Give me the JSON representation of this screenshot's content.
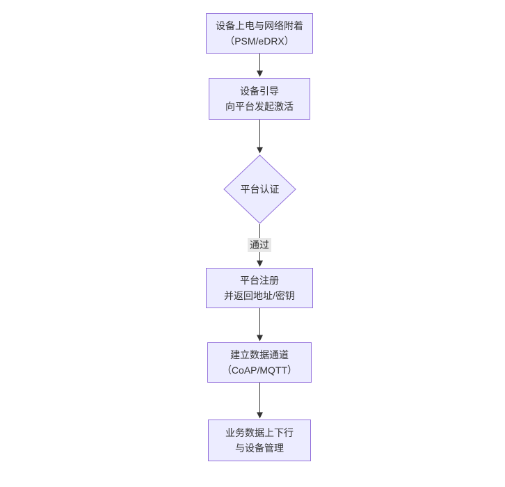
{
  "diagram": {
    "type": "flowchart",
    "direction": "top-down",
    "colors": {
      "background": "#ffffff",
      "node_fill": "#ECECFF",
      "node_border": "#9370DB",
      "text": "#333333",
      "edge": "#333333",
      "edge_label_bg": "#e8e8e8"
    },
    "nodes": [
      {
        "id": "power-attach",
        "shape": "rect",
        "lines": [
          "设备上电与网络附着",
          "（PSM/eDRX）"
        ]
      },
      {
        "id": "bootstrap",
        "shape": "rect",
        "lines": [
          "设备引导",
          "向平台发起激活"
        ]
      },
      {
        "id": "platform-auth",
        "shape": "diamond",
        "lines": [
          "平台认证"
        ]
      },
      {
        "id": "register",
        "shape": "rect",
        "lines": [
          "平台注册",
          "并返回地址/密钥"
        ]
      },
      {
        "id": "data-channel",
        "shape": "rect",
        "lines": [
          "建立数据通道",
          "（CoAP/MQTT）"
        ]
      },
      {
        "id": "business-data",
        "shape": "rect",
        "lines": [
          "业务数据上下行",
          "与设备管理"
        ]
      }
    ],
    "edges": [
      {
        "from": "power-attach",
        "to": "bootstrap",
        "label": ""
      },
      {
        "from": "bootstrap",
        "to": "platform-auth",
        "label": ""
      },
      {
        "from": "platform-auth",
        "to": "register",
        "label": "通过"
      },
      {
        "from": "register",
        "to": "data-channel",
        "label": ""
      },
      {
        "from": "data-channel",
        "to": "business-data",
        "label": ""
      }
    ],
    "edge_label_pass": "通过"
  }
}
